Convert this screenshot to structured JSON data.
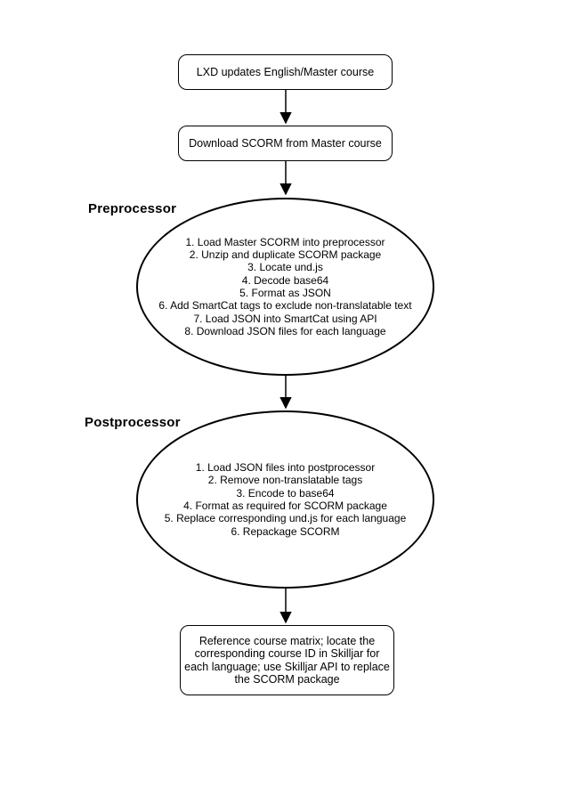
{
  "canvas": {
    "background_color": "#ffffff",
    "stroke_color": "#000000",
    "text_color": "#000000"
  },
  "flow": {
    "box_update": {
      "label": "LXD updates English/Master course"
    },
    "box_download": {
      "label": "Download SCORM from Master course"
    },
    "preprocessor": {
      "title": "Preprocessor",
      "steps": [
        "1. Load Master SCORM into preprocessor",
        "2. Unzip and duplicate SCORM package",
        "3. Locate und.js",
        "4. Decode base64",
        "5. Format as JSON",
        "6. Add SmartCat tags to exclude non-translatable text",
        "7. Load JSON into SmartCat using API",
        "8. Download JSON files for each language"
      ]
    },
    "postprocessor": {
      "title": "Postprocessor",
      "steps": [
        "1. Load JSON files into postprocessor",
        "2. Remove non-translatable tags",
        "3. Encode to base64",
        "4. Format as required for SCORM package",
        "5. Replace corresponding und.js for each language",
        "6. Repackage SCORM"
      ]
    },
    "box_final": {
      "label": "Reference course matrix; locate the corresponding course ID in Skilljar for each language; use Skilljar API to replace the SCORM package"
    }
  }
}
